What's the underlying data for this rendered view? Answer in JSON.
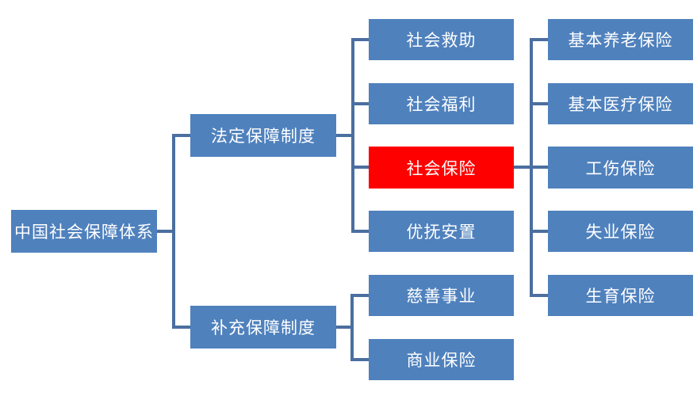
{
  "colors": {
    "node_fill": "#4f81bd",
    "highlight_fill": "#ff0000",
    "connector": "#4a6fa0",
    "text": "#ffffff"
  },
  "root": {
    "label": "中国社会保障体系"
  },
  "level1": [
    {
      "label": "法定保障制度"
    },
    {
      "label": "补充保障制度"
    }
  ],
  "level2": [
    {
      "label": "社会救助",
      "parent": 0
    },
    {
      "label": "社会福利",
      "parent": 0
    },
    {
      "label": "社会保险",
      "parent": 0,
      "highlighted": true
    },
    {
      "label": "优抚安置",
      "parent": 0
    },
    {
      "label": "慈善事业",
      "parent": 1
    },
    {
      "label": "商业保险",
      "parent": 1
    }
  ],
  "level3": [
    {
      "label": "基本养老保险",
      "parent": "社会保险"
    },
    {
      "label": "基本医疗保险",
      "parent": "社会保险"
    },
    {
      "label": "工伤保险",
      "parent": "社会保险"
    },
    {
      "label": "失业保险",
      "parent": "社会保险"
    },
    {
      "label": "生育保险",
      "parent": "社会保险"
    }
  ]
}
